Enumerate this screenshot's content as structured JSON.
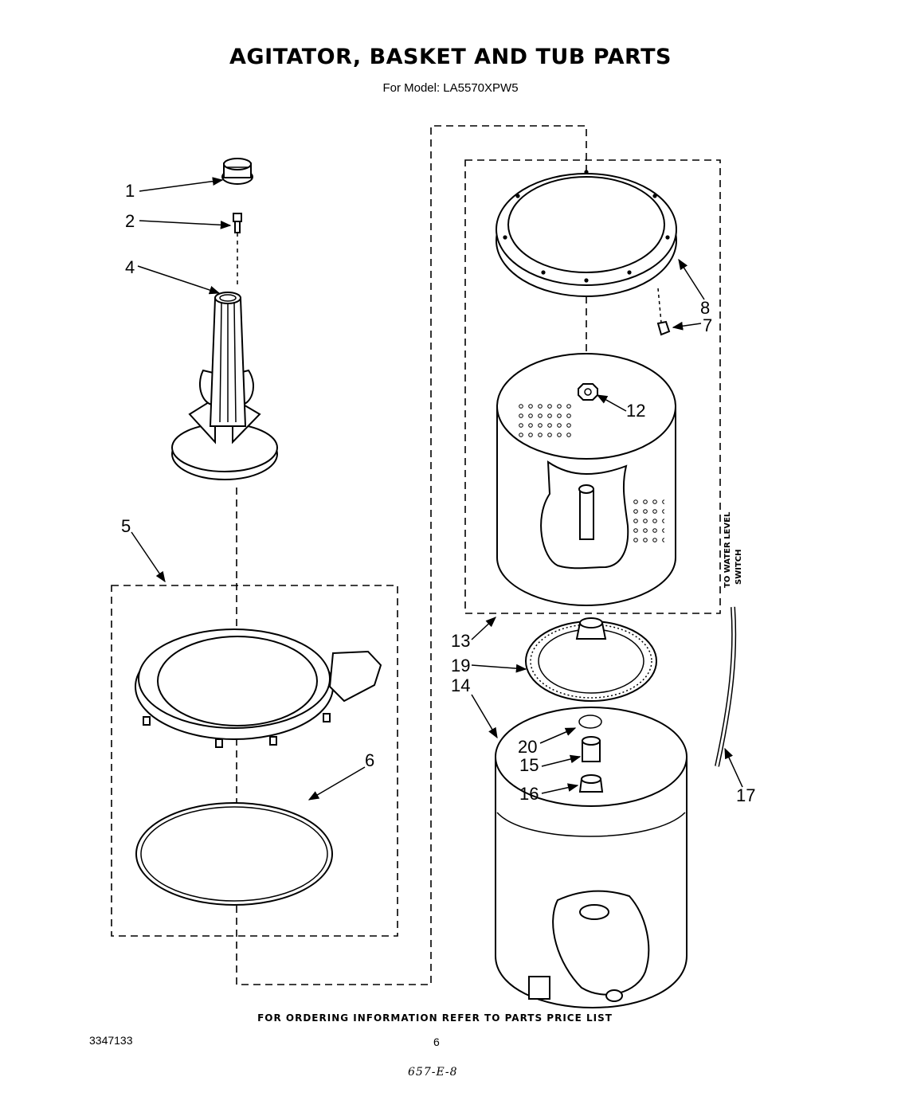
{
  "title": "AGITATOR, BASKET AND TUB PARTS",
  "model_line": "For Model: LA5570XPW5",
  "footer_note": "FOR ORDERING INFORMATION REFER TO PARTS PRICE LIST",
  "document_number": "3347133",
  "page_number": "6",
  "handwritten_note": "657-E-8",
  "side_label": {
    "line1": "TO WATER LEVEL",
    "line2": "SWITCH"
  },
  "callouts": {
    "c1": "1",
    "c2": "2",
    "c4": "4",
    "c5": "5",
    "c6": "6",
    "c7": "7",
    "c8": "8",
    "c12": "12",
    "c13": "13",
    "c14": "14",
    "c15": "15",
    "c16": "16",
    "c17": "17",
    "c19": "19",
    "c20": "20"
  },
  "parts": [
    {
      "id": "1",
      "icon": "agitator-cap-icon"
    },
    {
      "id": "2",
      "icon": "bolt-icon"
    },
    {
      "id": "4",
      "icon": "agitator-icon"
    },
    {
      "id": "5",
      "icon": "tub-ring-icon"
    },
    {
      "id": "6",
      "icon": "tub-seal-icon"
    },
    {
      "id": "7",
      "icon": "clip-icon"
    },
    {
      "id": "8",
      "icon": "balance-ring-icon"
    },
    {
      "id": "12",
      "icon": "drive-block-nut-icon"
    },
    {
      "id": "13",
      "icon": "basket-icon"
    },
    {
      "id": "14",
      "icon": "outer-tub-icon"
    },
    {
      "id": "15",
      "icon": "tub-bearing-icon"
    },
    {
      "id": "16",
      "icon": "spanner-nut-icon"
    },
    {
      "id": "17",
      "icon": "hose-icon"
    },
    {
      "id": "19",
      "icon": "drive-hub-icon"
    },
    {
      "id": "20",
      "icon": "retaining-ring-icon"
    }
  ]
}
